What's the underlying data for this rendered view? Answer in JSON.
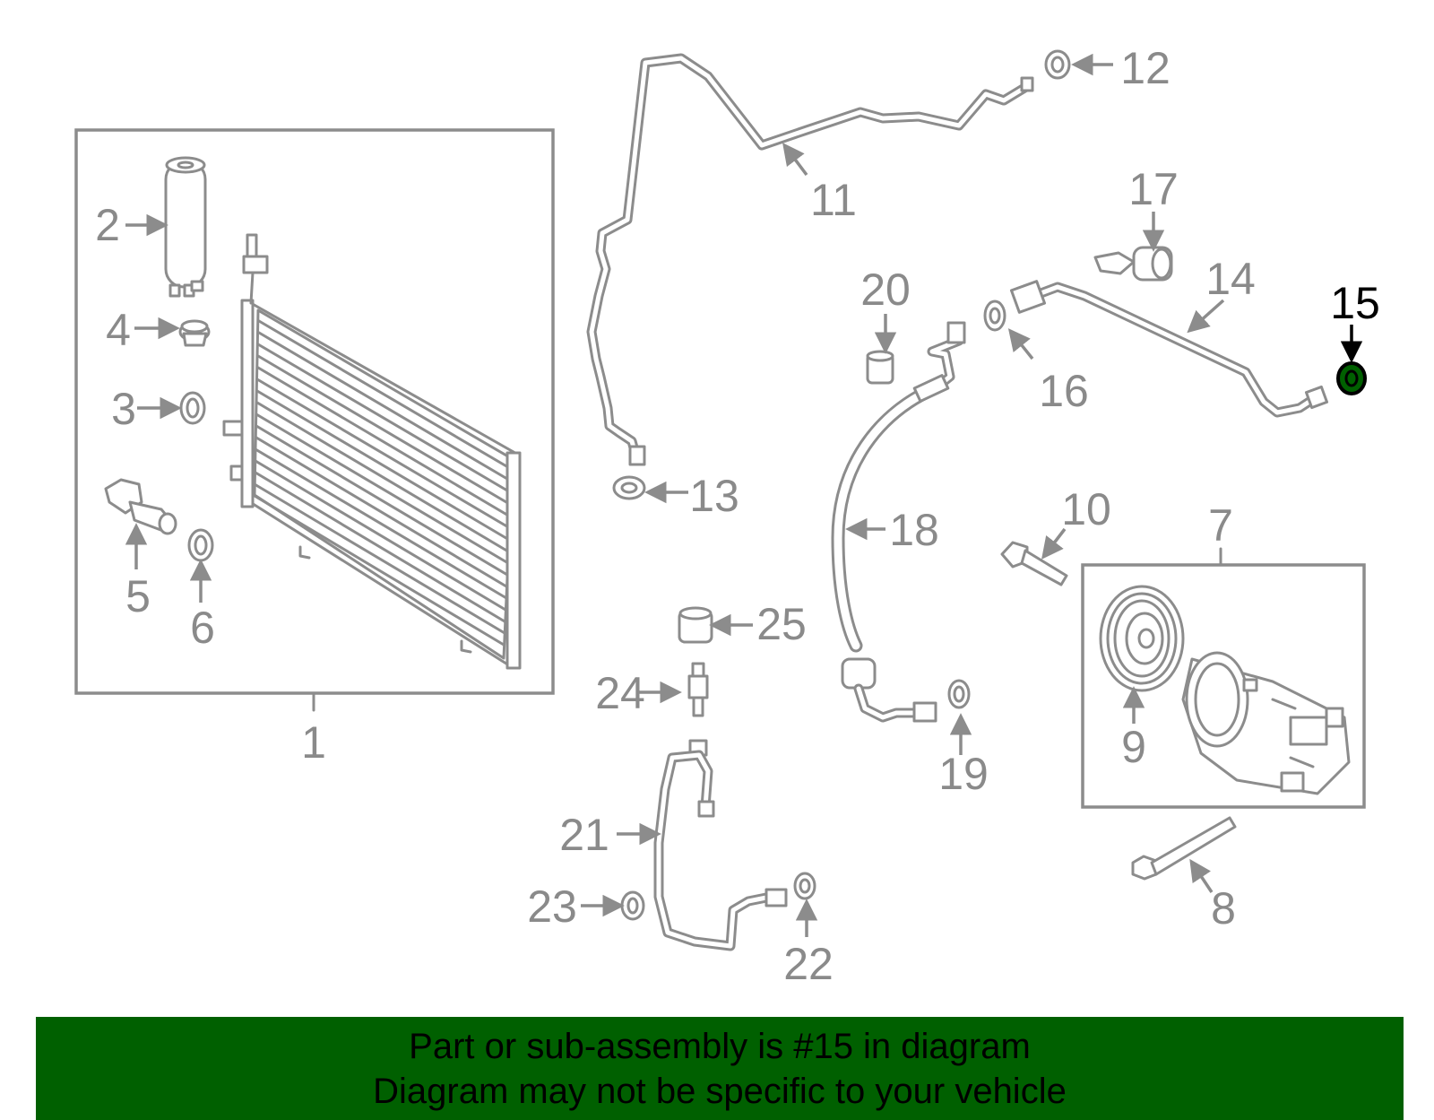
{
  "diagram": {
    "highlight_color": "#006000",
    "callouts": {
      "c1": "1",
      "c2": "2",
      "c3": "3",
      "c4": "4",
      "c5": "5",
      "c6": "6",
      "c7": "7",
      "c8": "8",
      "c9": "9",
      "c10": "10",
      "c11": "11",
      "c12": "12",
      "c13": "13",
      "c14": "14",
      "c15": "15",
      "c16": "16",
      "c17": "17",
      "c18": "18",
      "c19": "19",
      "c20": "20",
      "c21": "21",
      "c22": "22",
      "c23": "23",
      "c24": "24",
      "c25": "25"
    }
  },
  "footer": {
    "line1": "Part or sub-assembly is #15 in diagram",
    "line2": "Diagram may not be specific to your vehicle",
    "background": "#006000"
  }
}
